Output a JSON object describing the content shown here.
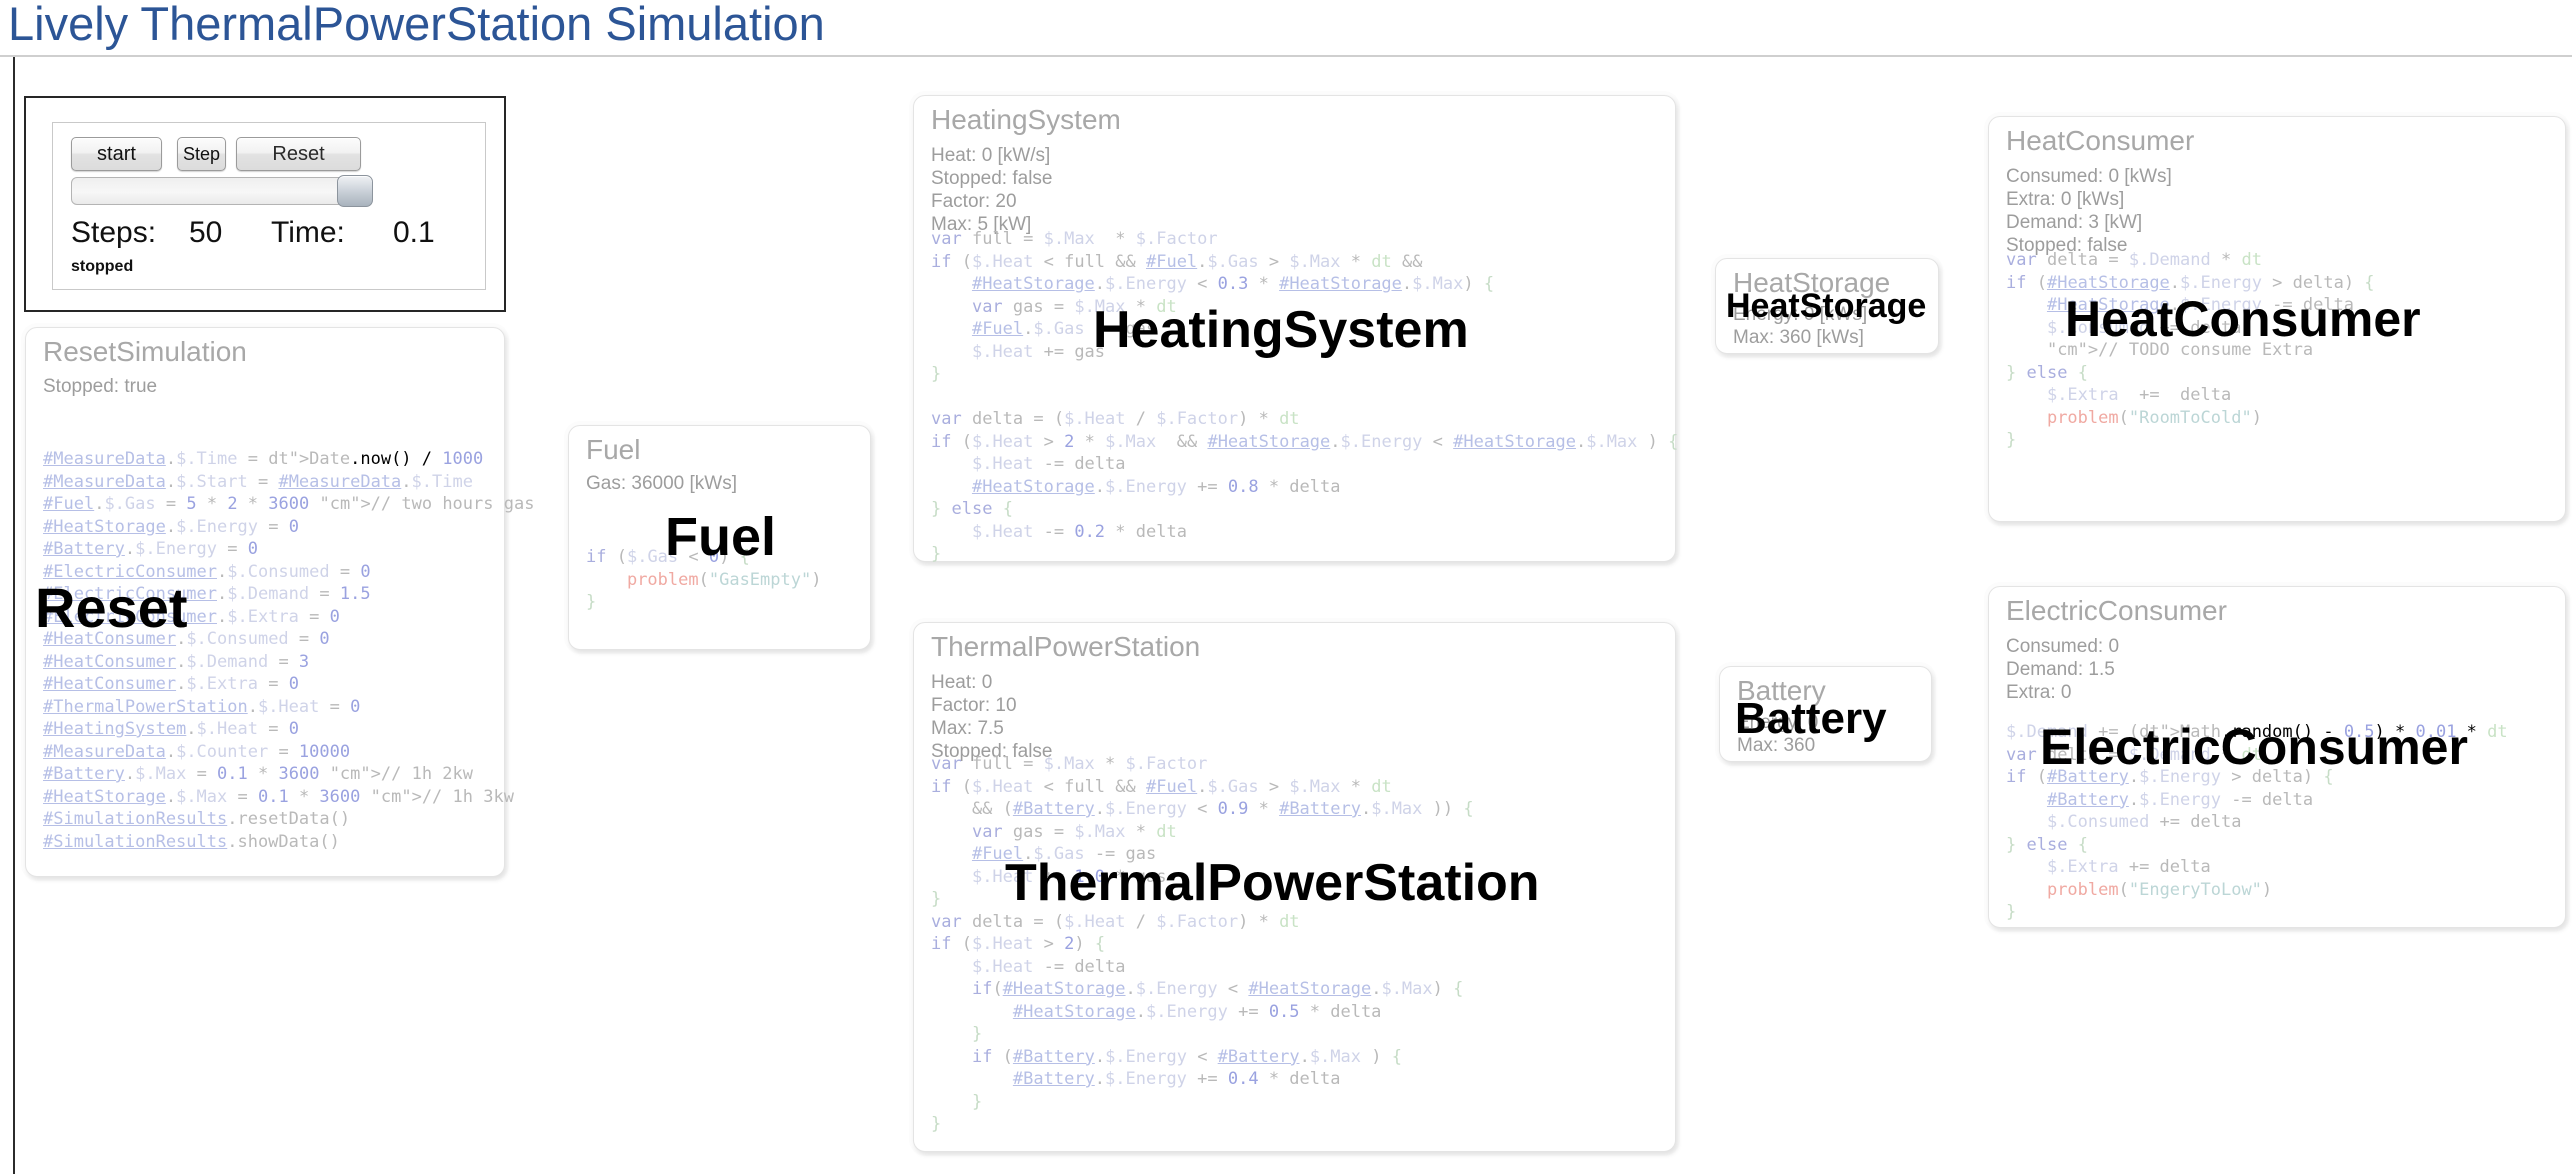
{
  "page": {
    "title": "Lively ThermalPowerStation Simulation"
  },
  "controls": {
    "start_label": "start",
    "step_label": "Step",
    "reset_label": "Reset",
    "steps_label": "Steps:",
    "steps_value": "50",
    "time_label": "Time:",
    "time_value": "0.1",
    "status": "stopped"
  },
  "panels": {
    "reset_simulation": {
      "title": "ResetSimulation",
      "props": "Stopped: true",
      "code_lines": [
        "#MeasureData.$.Time = Date.now() / 1000",
        "#MeasureData.$.Start = #MeasureData.$.Time",
        "#Fuel.$.Gas = 5 * 2 * 3600 // two hours gas",
        "#HeatStorage.$.Energy = 0",
        "#Battery.$.Energy = 0",
        "#ElectricConsumer.$.Consumed = 0",
        "#ElectricConsumer.$.Demand = 1.5",
        "#ElectricConsumer.$.Extra = 0",
        "#HeatConsumer.$.Consumed = 0",
        "#HeatConsumer.$.Demand = 3",
        "#HeatConsumer.$.Extra = 0",
        "#ThermalPowerStation.$.Heat = 0",
        "#HeatingSystem.$.Heat = 0",
        "#MeasureData.$.Counter = 10000",
        "#Battery.$.Max = 0.1 * 3600 // 1h 2kw",
        "#HeatStorage.$.Max = 0.1 * 3600 // 1h 3kw",
        "#SimulationResults.resetData()",
        "#SimulationResults.showData()"
      ],
      "overlay": "Reset"
    },
    "fuel": {
      "title": "Fuel",
      "props": "Gas: 36000 [kWs]",
      "code_lines": [
        "if ($.Gas < 0) {",
        "    problem(\"GasEmpty\")",
        "}"
      ],
      "overlay": "Fuel"
    },
    "heating_system": {
      "title": "HeatingSystem",
      "props": "Heat: 0 [kW/s]\nStopped: false\nFactor: 20\nMax: 5 [kW]",
      "code_lines": [
        "var full = $.Max  * $.Factor",
        "if ($.Heat < full && #Fuel.$.Gas > $.Max * dt &&",
        "    #HeatStorage.$.Energy < 0.3 * #HeatStorage.$.Max) {",
        "    var gas = $.Max * dt",
        "    #Fuel.$.Gas -= gas",
        "    $.Heat += gas",
        "}",
        "",
        "var delta = ($.Heat / $.Factor) * dt",
        "if ($.Heat > 2 * $.Max  && #HeatStorage.$.Energy < #HeatStorage.$.Max ) {",
        "    $.Heat -= delta",
        "    #HeatStorage.$.Energy += 0.8 * delta",
        "} else {",
        "    $.Heat -= 0.2 * delta",
        "}"
      ],
      "overlay": "HeatingSystem"
    },
    "thermal_power_station": {
      "title": "ThermalPowerStation",
      "props": "Heat: 0\nFactor: 10\nMax: 7.5\nStopped: false",
      "code_lines": [
        "var full = $.Max * $.Factor",
        "if ($.Heat < full && #Fuel.$.Gas > $.Max * dt",
        "    && (#Battery.$.Energy < 0.9 * #Battery.$.Max )) {",
        "    var gas = $.Max * dt",
        "    #Fuel.$.Gas -= gas",
        "    $.Heat += 1.0 * gas",
        "}",
        "var delta = ($.Heat / $.Factor) * dt",
        "if ($.Heat > 2) {",
        "    $.Heat -= delta",
        "    if(#HeatStorage.$.Energy < #HeatStorage.$.Max) {",
        "        #HeatStorage.$.Energy += 0.5 * delta",
        "    }",
        "    if (#Battery.$.Energy < #Battery.$.Max ) {",
        "        #Battery.$.Energy += 0.4 * delta",
        "    }",
        "}"
      ],
      "overlay": "ThermalPowerStation"
    },
    "heat_storage": {
      "title": "HeatStorage",
      "props": "Energy: 0 [kWs]\nMax: 360 [kWs]",
      "overlay": "HeatStorage"
    },
    "battery": {
      "title": "Battery",
      "props": "Energy: 0\nMax: 360",
      "overlay": "Battery"
    },
    "heat_consumer": {
      "title": "HeatConsumer",
      "props": "Consumed: 0 [kWs]\nExtra: 0 [kWs]\nDemand: 3 [kW]\nStopped: false",
      "code_lines": [
        "var delta = $.Demand * dt",
        "if (#HeatStorage.$.Energy > delta) {",
        "    #HeatStorage.$.Energy -= delta",
        "    $.Consumed += delta",
        "    // TODO consume Extra",
        "} else {",
        "    $.Extra  +=  delta",
        "    problem(\"RoomToCold\")",
        "}"
      ],
      "overlay": "HeatConsumer"
    },
    "electric_consumer": {
      "title": "ElectricConsumer",
      "props": "Consumed: 0\nDemand: 1.5\nExtra: 0",
      "code_lines": [
        "$.Demand += (Math.random() - 0.5) * 0.01 * dt",
        "var delta = $.Demand * dt",
        "if (#Battery.$.Energy > delta) {",
        "    #Battery.$.Energy -= delta",
        "    $.Consumed += delta",
        "} else {",
        "    $.Extra += delta",
        "    problem(\"EngeryToLow\")",
        "}"
      ],
      "overlay": "ElectricConsumer"
    }
  },
  "colors": {
    "title": "#2c5596",
    "panel_title": "#a8a8a8",
    "panel_props": "#9d9d9d"
  }
}
